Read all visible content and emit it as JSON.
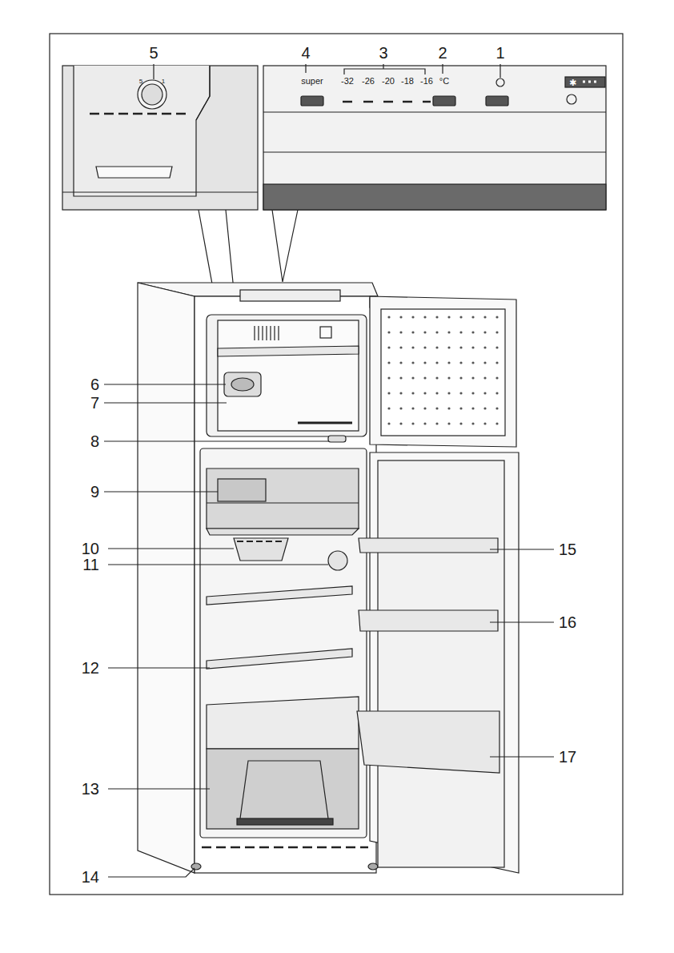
{
  "diagram": {
    "labels": [
      "1",
      "2",
      "3",
      "4",
      "5",
      "6",
      "7",
      "8",
      "9",
      "10",
      "11",
      "12",
      "13",
      "14",
      "15",
      "16",
      "17",
      "super",
      "-32",
      "-26",
      "-20",
      "-18",
      "-16",
      "°C",
      "5",
      "1"
    ]
  }
}
